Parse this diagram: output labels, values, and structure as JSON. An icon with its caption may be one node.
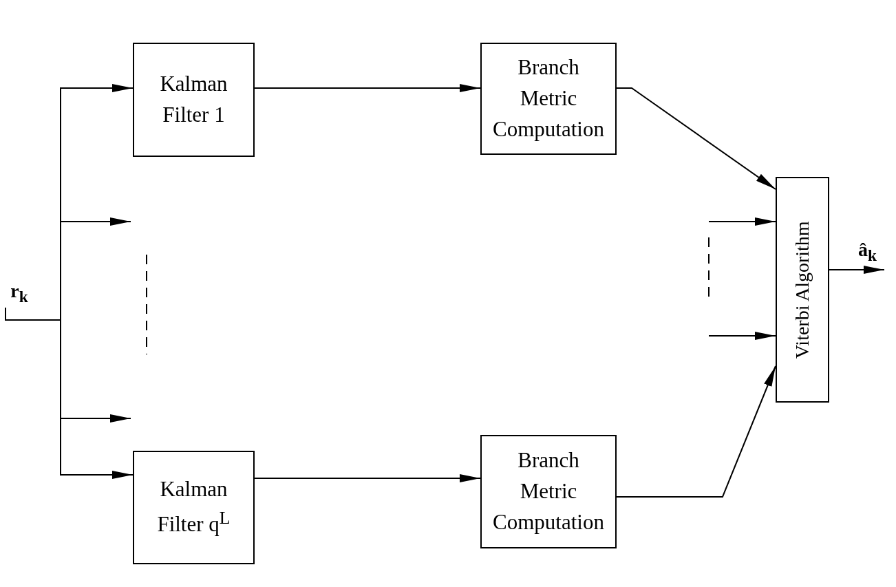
{
  "diagram": {
    "nodes": [
      {
        "text": [
          "r$_{k}$"
        ]
      },
      {
        "text": [
          "Kalman Filter 1"
        ]
      },
      {
        "text": [
          "Branch Metric Computation"
        ]
      },
      {
        "text": [
          "Viterbi Algorithm"
        ]
      },
      {
        "text": [
          "Kalman Filter q$^{L}$"
        ]
      },
      {
        "text": [
          "Branch Metric Computation"
        ]
      }
    ],
    "edges": [
      {
        "from": 0,
        "to": 1,
        "arrow": "to"
      },
      {
        "from": 0,
        "to": null,
        "arrow": "to"
      },
      {
        "from": 0,
        "to": null,
        "arrow": "to"
      },
      {
        "from": 0,
        "to": 4,
        "arrow": "to"
      },
      {
        "from": 1,
        "to": 2,
        "arrow": "to"
      },
      {
        "from": 4,
        "to": 5,
        "arrow": "to"
      },
      {
        "from": 2,
        "to": 3,
        "arrow": "to"
      },
      {
        "from": null,
        "to": 3,
        "arrow": "to"
      },
      {
        "from": null,
        "to": 3,
        "arrow": "to"
      },
      {
        "from": 5,
        "to": 3,
        "arrow": "to"
      },
      {
        "from": 3,
        "to": null,
        "arrow": "to",
        "label": "â$_{k}$"
      }
    ]
  }
}
